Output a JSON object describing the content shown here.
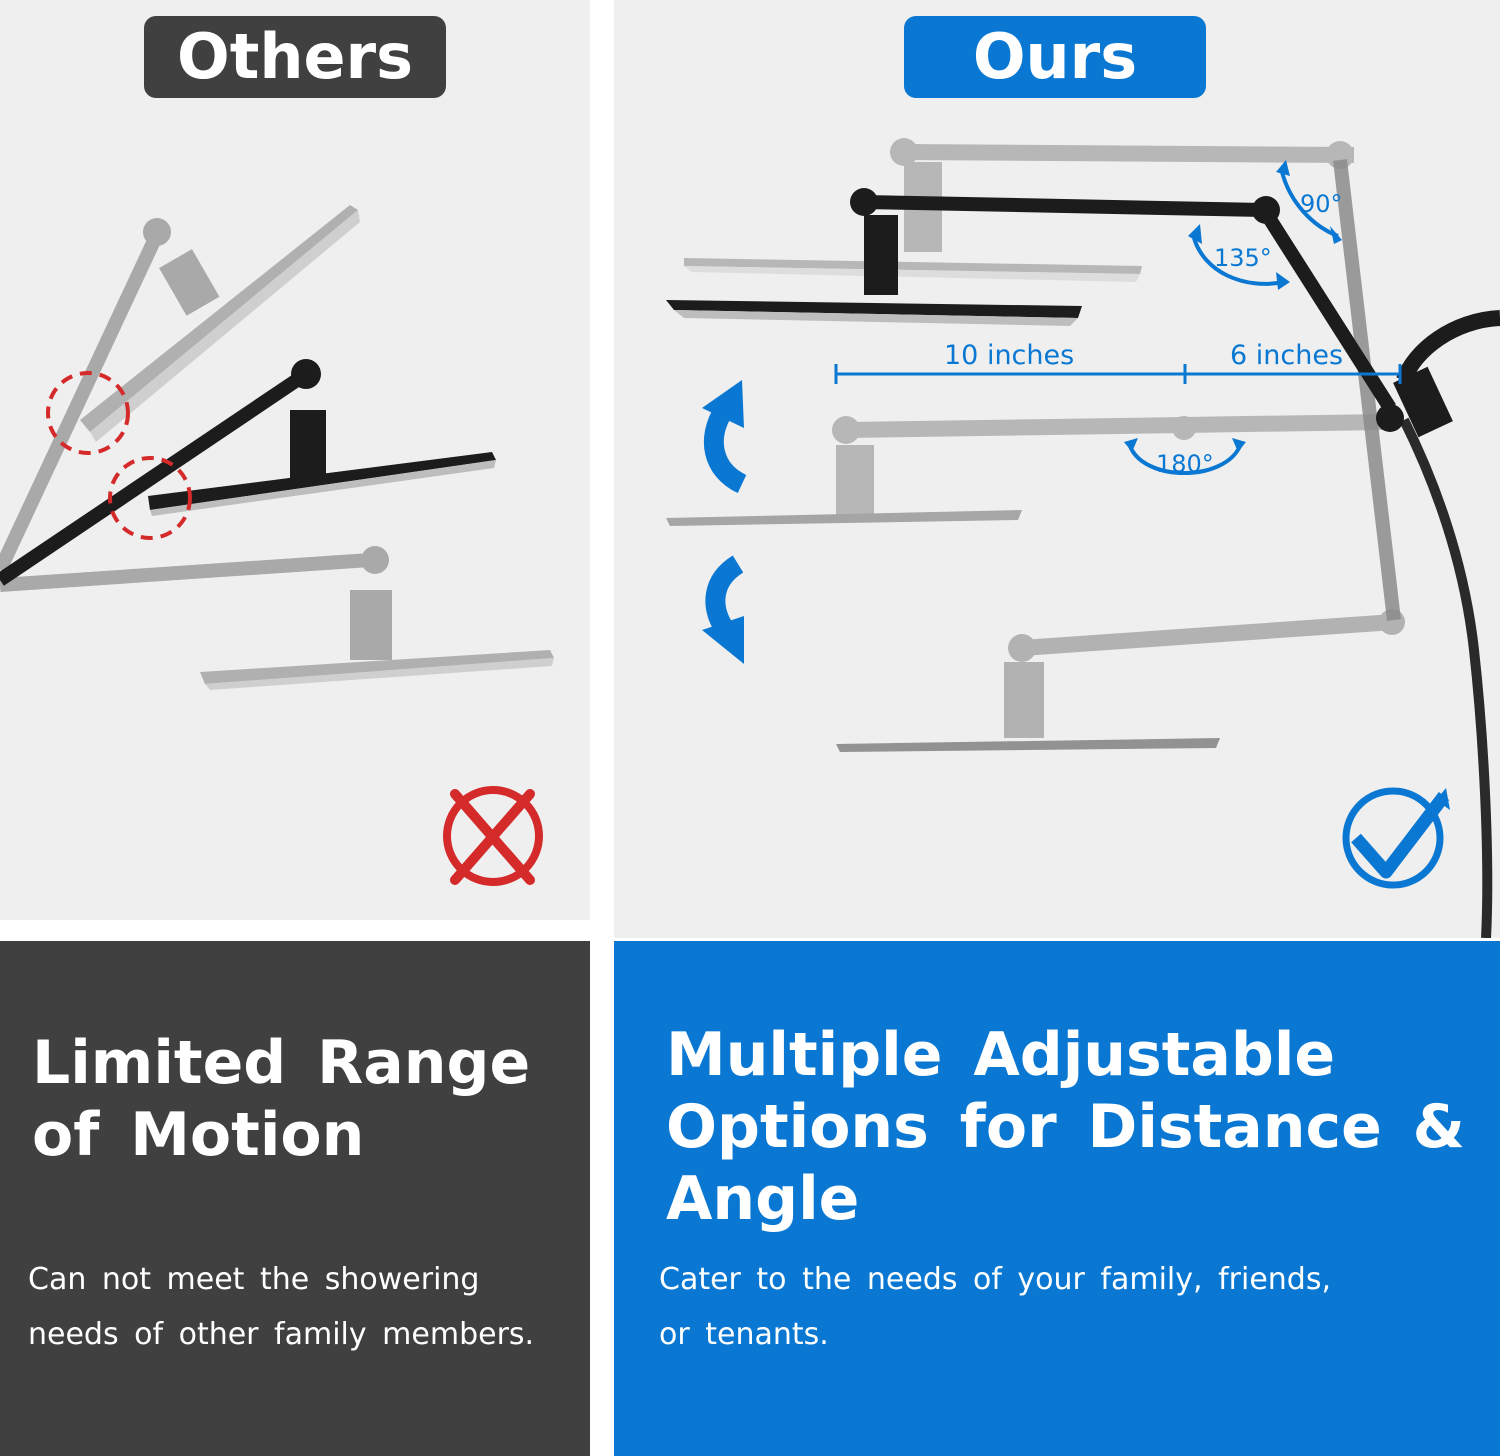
{
  "others": {
    "label": "Others",
    "headline_line1": "Limited Range",
    "headline_line2": "of Motion",
    "body_line1": "Can not meet the showering",
    "body_line2": "needs of other family members."
  },
  "ours": {
    "label": "Ours",
    "headline_line1": "Multiple Adjustable",
    "headline_line2": "Options for Distance &",
    "headline_line3": "Angle",
    "body_line1": "Cater to the needs of your family, friends,",
    "body_line2": "or tenants.",
    "dimension_left": "10 inches",
    "dimension_right": "6 inches",
    "angle_90": "90°",
    "angle_135": "135°",
    "angle_180": "180°"
  },
  "colors": {
    "dark": "#404040",
    "blue": "#0a78d2",
    "red": "#d42a2a",
    "panel_bg": "#efefef"
  },
  "icons": {
    "others_mark": "red-x-icon",
    "ours_mark": "blue-check-icon"
  }
}
